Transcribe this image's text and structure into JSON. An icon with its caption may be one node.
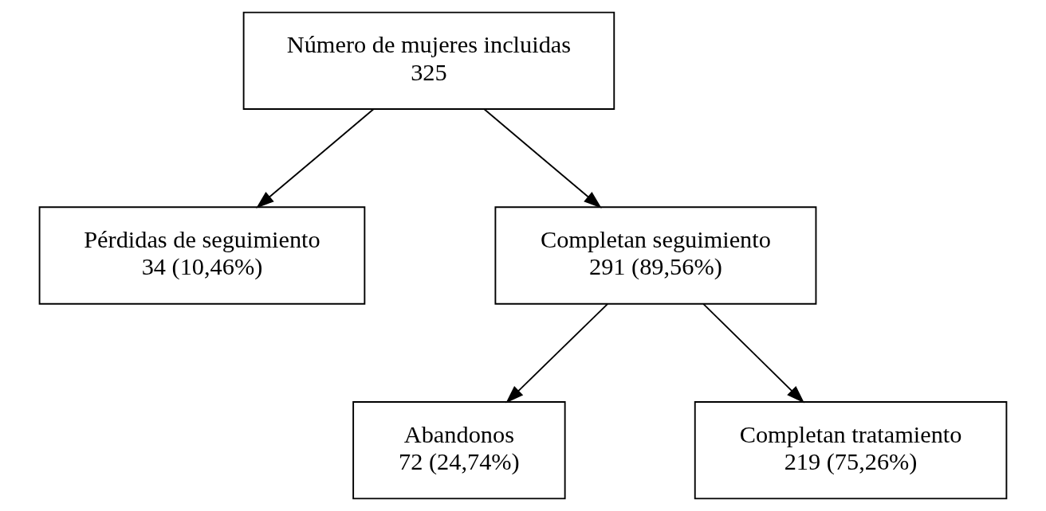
{
  "diagram": {
    "nodes": [
      {
        "text": [
          "Número de mujeres incluidas",
          "325"
        ]
      },
      {
        "text": [
          "Pérdidas de seguimiento",
          "34 (10,46%)"
        ]
      },
      {
        "text": [
          "Completan seguimiento",
          "291 (89,56%)"
        ]
      },
      {
        "text": [
          "Abandonos",
          "72 (24,74%)"
        ]
      },
      {
        "text": [
          "Completan tratamiento",
          "219 (75,26%)"
        ]
      }
    ],
    "edges": [
      {
        "from": 0,
        "to": 1,
        "arrow": "to"
      },
      {
        "from": 0,
        "to": 2,
        "arrow": "to"
      },
      {
        "from": 2,
        "to": 3,
        "arrow": "to"
      },
      {
        "from": 2,
        "to": 4,
        "arrow": "to"
      }
    ]
  }
}
